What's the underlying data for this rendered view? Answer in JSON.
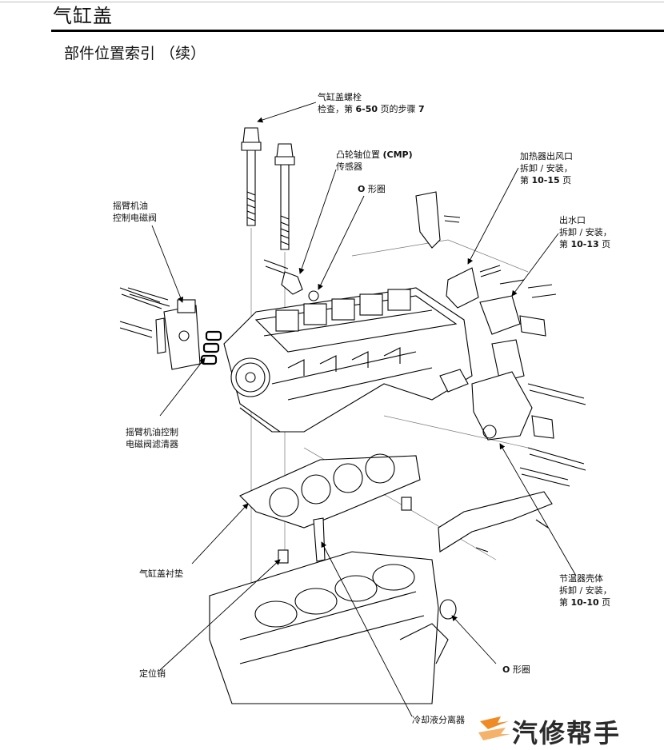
{
  "header": {
    "chapter_title": "气缸盖",
    "section_title": "部件位置索引 （续）"
  },
  "callouts": {
    "cylinder_head_bolt": {
      "line1": "气缸盖螺栓",
      "line2_pre": "检查，第 ",
      "line2_ref": "6-50",
      "line2_mid": " 页的步骤 ",
      "line2_step": "7"
    },
    "cmp_sensor": {
      "line1_pre": "凸轮轴位置 ",
      "line1_bold": "(CMP)",
      "line2": "传感器"
    },
    "o_ring_top": {
      "bold": "O",
      "text": " 形圈"
    },
    "heater_outlet": {
      "line1": "加热器出风口",
      "line2": "拆卸 / 安装，",
      "line3_pre": "第 ",
      "line3_ref": "10-15",
      "line3_post": " 页"
    },
    "water_outlet": {
      "line1": "出水口",
      "line2": "拆卸 / 安装，",
      "line3_pre": "第 ",
      "line3_ref": "10-13",
      "line3_post": " 页"
    },
    "rocker_oil_solenoid": {
      "line1": "摇臂机油",
      "line2": "控制电磁阀"
    },
    "rocker_oil_filter": {
      "line1": "摇臂机油控制",
      "line2": "电磁阀滤清器"
    },
    "head_gasket": {
      "text": "气缸盖衬垫"
    },
    "thermostat_housing": {
      "line1": "节温器壳体",
      "line2": "拆卸 / 安装，",
      "line3_pre": "第 ",
      "line3_ref": "10-10",
      "line3_post": " 页"
    },
    "dowel_pin": {
      "text": "定位销"
    },
    "o_ring_bottom": {
      "bold": "O",
      "text": " 形圈"
    },
    "coolant_separator": {
      "text": "冷却液分离器"
    }
  },
  "watermark": {
    "text": "汽修帮手",
    "color": "#f08a24"
  }
}
